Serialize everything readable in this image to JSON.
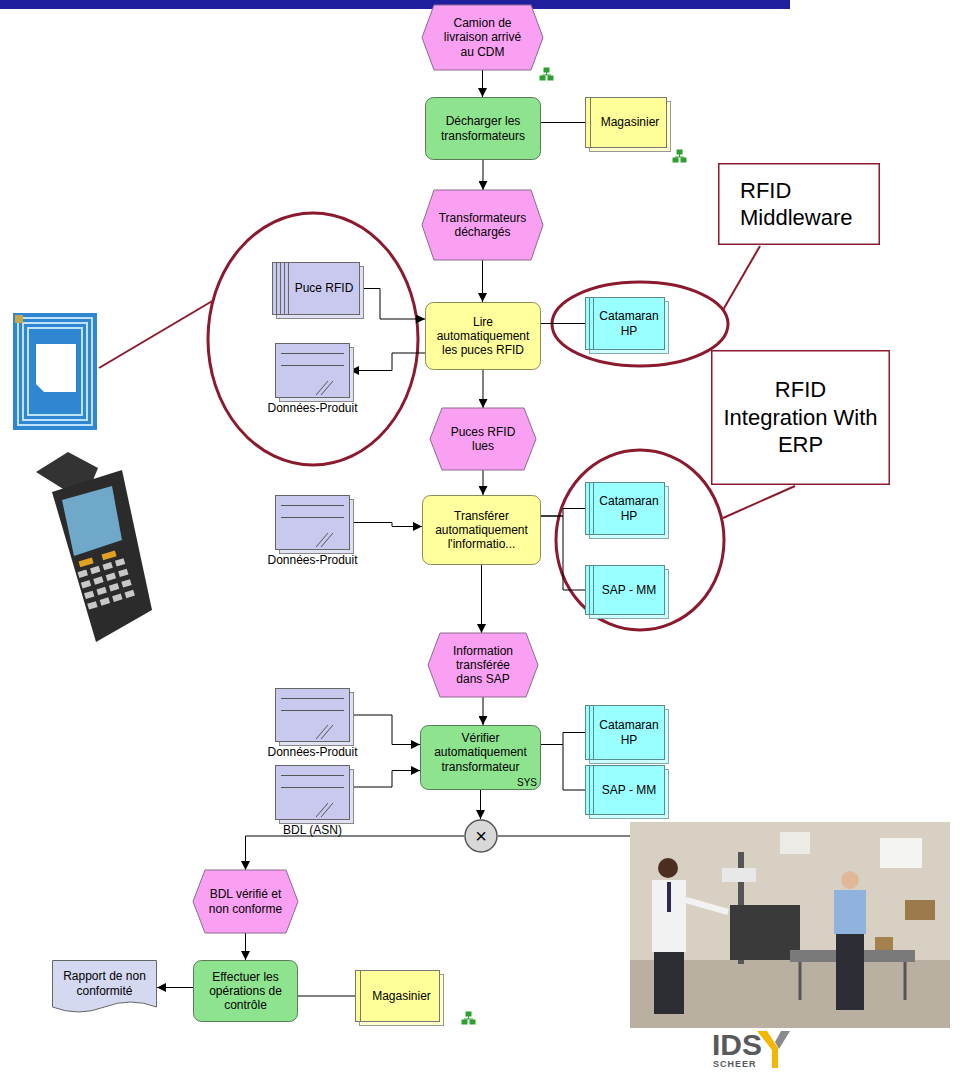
{
  "diagram": {
    "nodes": [
      {
        "text": [
          "Camion de livraison arrivé au CDM"
        ]
      },
      {
        "text": [
          "Décharger les transformateurs"
        ]
      },
      {
        "text": [
          "Magasinier"
        ]
      },
      {
        "text": [
          "RFID Middleware"
        ]
      },
      {
        "text": [
          "Transformateurs déchargés"
        ]
      },
      {
        "text": [
          "Puce RFID"
        ]
      },
      {
        "text": [
          "Lire automatiquement les puces RFID"
        ]
      },
      {
        "text": [
          "Catamaran HP"
        ]
      },
      {
        "text": [
          "Données-Produit"
        ]
      },
      {
        "text": [
          "RFID Integration With ERP"
        ]
      },
      {
        "text": [
          "Puces RFID lues"
        ]
      },
      {
        "text": [
          "Données-Produit"
        ]
      },
      {
        "text": [
          "Transférer automatiquement l'informatio..."
        ]
      },
      {
        "text": [
          "Catamaran HP"
        ]
      },
      {
        "text": [
          "SAP - MM"
        ]
      },
      {
        "text": [
          "Information transférée dans SAP"
        ]
      },
      {
        "text": [
          "Données-Produit"
        ]
      },
      {
        "text": [
          "BDL (ASN)"
        ]
      },
      {
        "text": [
          "Vérifier automatiquement transformateur",
          "SYS"
        ]
      },
      {
        "text": [
          "Catamaran HP"
        ]
      },
      {
        "text": [
          "SAP - MM"
        ]
      },
      {
        "text": [
          "×"
        ]
      },
      {
        "text": [
          "BDL vérifié et non conforme"
        ]
      },
      {
        "text": [
          "Effectuer les opérations de contrôle"
        ]
      },
      {
        "text": [
          "Magasinier"
        ]
      },
      {
        "text": [
          "Rapport de non conformité"
        ]
      }
    ],
    "edges": [
      {
        "from": 0,
        "to": 1,
        "arrow": "to"
      },
      {
        "from": 1,
        "to": 2,
        "arrow": "none"
      },
      {
        "from": 1,
        "to": 4,
        "arrow": "to"
      },
      {
        "from": 4,
        "to": 6,
        "arrow": "to"
      },
      {
        "from": 5,
        "to": 6,
        "arrow": "to"
      },
      {
        "from": 6,
        "to": 8,
        "arrow": "to"
      },
      {
        "from": 6,
        "to": 7,
        "arrow": "none"
      },
      {
        "from": 6,
        "to": 10,
        "arrow": "to"
      },
      {
        "from": 10,
        "to": 12,
        "arrow": "to"
      },
      {
        "from": 11,
        "to": 12,
        "arrow": "to"
      },
      {
        "from": 12,
        "to": 13,
        "arrow": "none"
      },
      {
        "from": 12,
        "to": 14,
        "arrow": "none"
      },
      {
        "from": 12,
        "to": 15,
        "arrow": "to"
      },
      {
        "from": 15,
        "to": 18,
        "arrow": "to"
      },
      {
        "from": 16,
        "to": 18,
        "arrow": "to"
      },
      {
        "from": 17,
        "to": 18,
        "arrow": "to"
      },
      {
        "from": 18,
        "to": 19,
        "arrow": "none"
      },
      {
        "from": 18,
        "to": 20,
        "arrow": "none"
      },
      {
        "from": 18,
        "to": 21,
        "arrow": "to"
      },
      {
        "from": 21,
        "to": 22,
        "arrow": "to"
      },
      {
        "from": 22,
        "to": 23,
        "arrow": "to"
      },
      {
        "from": 23,
        "to": 24,
        "arrow": "none"
      },
      {
        "from": 23,
        "to": 25,
        "arrow": "to"
      }
    ],
    "labels": [
      "IDS",
      "SCHEER"
    ]
  }
}
